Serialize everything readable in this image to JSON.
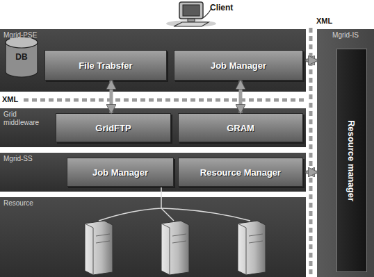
{
  "diagram": {
    "nodes": [
      {
        "text": [
          "Mgrid-PSE"
        ]
      },
      {
        "text": [
          "DB"
        ],
        "in": 0
      },
      {
        "text": [
          "File Trabsfer"
        ],
        "in": 0
      },
      {
        "text": [
          "Job Manager"
        ],
        "in": 0
      },
      {
        "text": [
          "Grid middleware"
        ]
      },
      {
        "text": [
          "GridFTP"
        ],
        "in": 4
      },
      {
        "text": [
          "GRAM"
        ],
        "in": 4
      },
      {
        "text": [
          "Mgrid-SS"
        ]
      },
      {
        "text": [
          "Job Manager"
        ],
        "in": 7
      },
      {
        "text": [
          "Resource Manager"
        ],
        "in": 7
      },
      {
        "text": [
          "Resource"
        ]
      },
      {
        "text": [
          "Mgrid-IS"
        ]
      },
      {
        "text": [
          "Resource manager"
        ],
        "in": 11
      }
    ],
    "edges": [
      {
        "from": 2,
        "to": 5,
        "arrow": "both"
      },
      {
        "from": 3,
        "to": 6,
        "arrow": "both"
      },
      {
        "from": 0,
        "to": 11,
        "arrow": "both"
      },
      {
        "from": 7,
        "to": 11,
        "arrow": "both"
      }
    ],
    "labels": [
      "Client",
      "XML",
      "XML"
    ]
  }
}
